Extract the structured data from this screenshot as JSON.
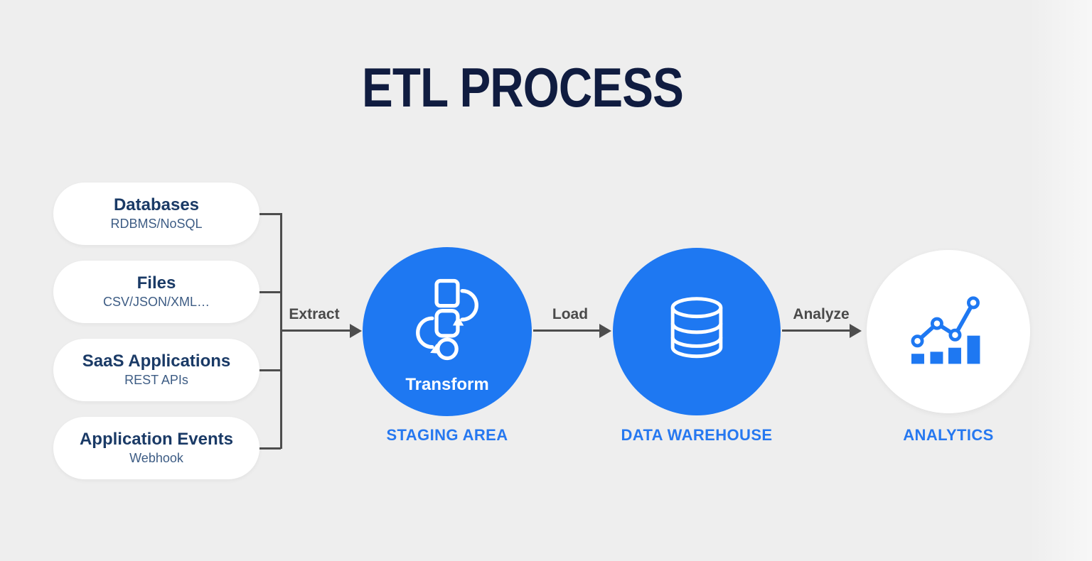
{
  "title": "ETL PROCESS",
  "colors": {
    "background": "#eeeeee",
    "title_text": "#101c40",
    "pill_background": "#ffffff",
    "pill_title_text": "#1a3a66",
    "pill_subtitle_text": "#3d5c84",
    "connector_gray": "#4d4d4d",
    "arrow_label_gray": "#4a4a4a",
    "circle_blue": "#1e78f2",
    "stage_label_blue": "#2678f0",
    "icon_white": "#ffffff"
  },
  "sources": [
    {
      "title": "Databases",
      "subtitle": "RDBMS/NoSQL"
    },
    {
      "title": "Files",
      "subtitle": "CSV/JSON/XML…"
    },
    {
      "title": "SaaS Applications",
      "subtitle": "REST APIs"
    },
    {
      "title": "Application Events",
      "subtitle": "Webhook"
    }
  ],
  "arrows": [
    {
      "label": "Extract"
    },
    {
      "label": "Load"
    },
    {
      "label": "Analyze"
    }
  ],
  "stages": [
    {
      "name": "STAGING AREA",
      "inner_label": "Transform",
      "icon": "transform-icon",
      "style": "blue"
    },
    {
      "name": "DATA WAREHOUSE",
      "inner_label": "",
      "icon": "database-icon",
      "style": "blue"
    },
    {
      "name": "ANALYTICS",
      "inner_label": "",
      "icon": "analytics-chart-icon",
      "style": "white"
    }
  ]
}
